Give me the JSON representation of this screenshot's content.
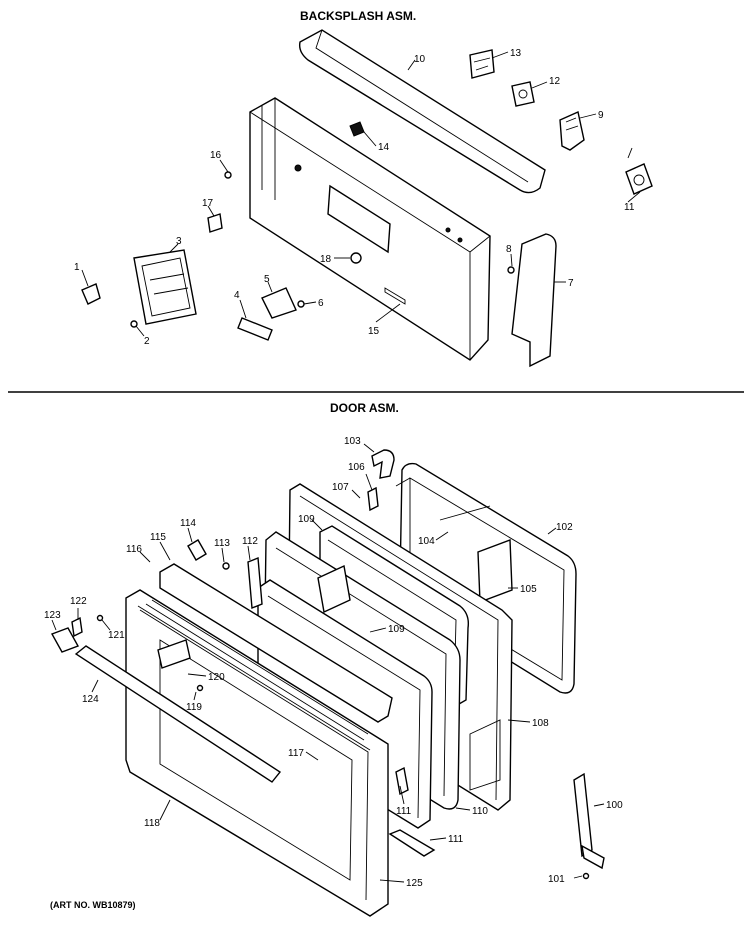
{
  "sections": {
    "backsplash_title": "BACKSPLASH ASM.",
    "door_title": "DOOR ASM."
  },
  "art_number": "(ART NO. WB10879)",
  "backsplash_parts": [
    "1",
    "2",
    "3",
    "4",
    "5",
    "6",
    "7",
    "8",
    "9",
    "10",
    "11",
    "12",
    "13",
    "14",
    "15",
    "16",
    "17",
    "18"
  ],
  "door_parts": [
    "100",
    "101",
    "102",
    "103",
    "104",
    "105",
    "106",
    "107",
    "108",
    "109",
    "109",
    "110",
    "111",
    "111",
    "112",
    "113",
    "114",
    "115",
    "116",
    "117",
    "118",
    "119",
    "120",
    "121",
    "122",
    "123",
    "124",
    "125"
  ]
}
